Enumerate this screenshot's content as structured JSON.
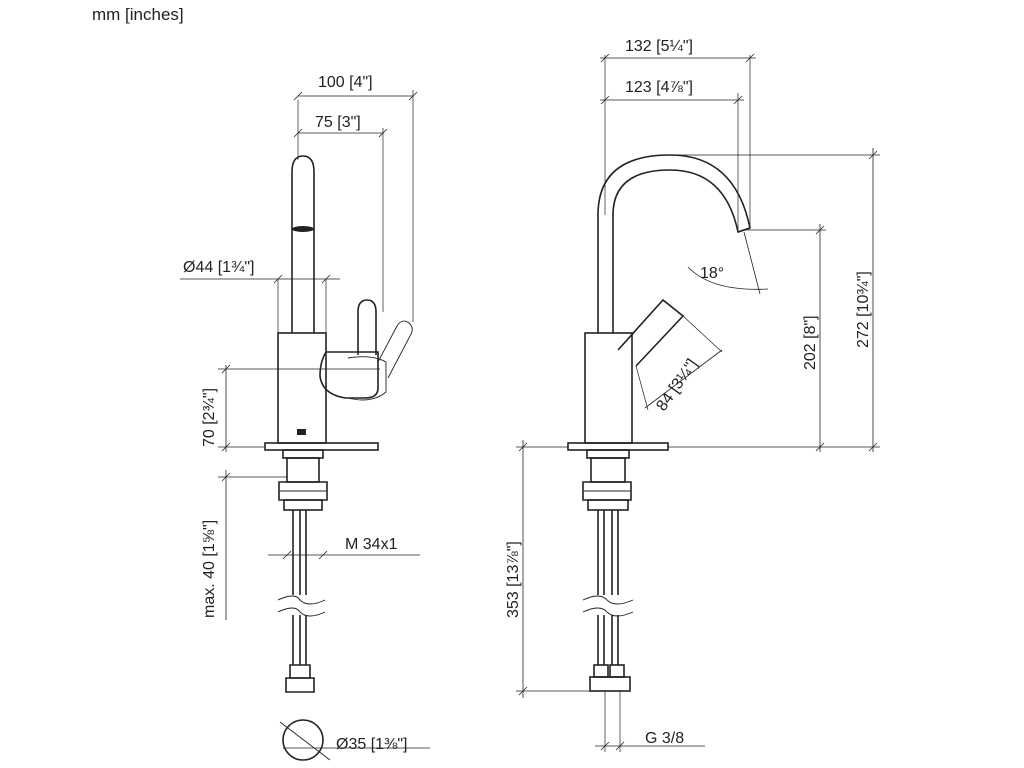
{
  "units": "mm [inches]",
  "dims": {
    "d100": "100 [4\"]",
    "d75": "75 [3\"]",
    "dia44": "Ø44 [1¾\"]",
    "d70": "70 [2¾\"]",
    "max40": "max. 40 [1⅝\"]",
    "m34": "M 34x1",
    "dia35": "Ø35 [1⅜\"]",
    "d132": "132 [5¼\"]",
    "d123": "123 [4⅞\"]",
    "a18": "18°",
    "d84": "84 [3¼\"]",
    "d202": "202 [8\"]",
    "d272": "272 [10¾\"]",
    "d353": "353 [13⅞\"]",
    "g38": "G 3/8"
  }
}
